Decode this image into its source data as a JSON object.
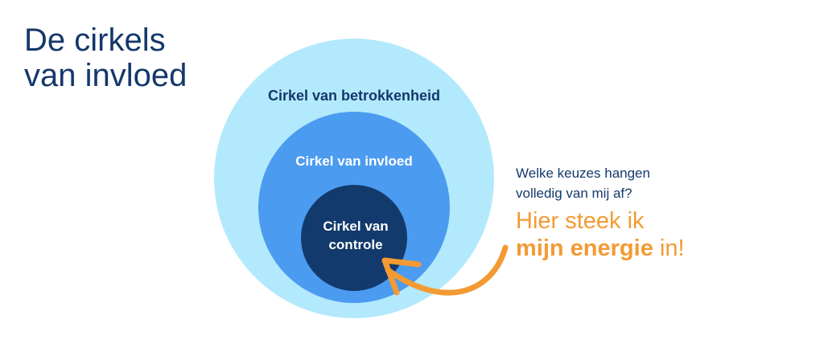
{
  "title": {
    "line1": "De cirkels",
    "line2": "van invloed"
  },
  "circles": {
    "outer_label": "Cirkel van betrokkenheid",
    "middle_label": "Cirkel van invloed",
    "inner_label_line1": "Cirkel van",
    "inner_label_line2": "controle"
  },
  "question": {
    "line1": "Welke keuzes hangen",
    "line2": "volledig van mij af?"
  },
  "callout": {
    "line1": "Hier steek ik",
    "line2_bold": "mijn energie",
    "line2_rest": " in!"
  },
  "colors": {
    "title": "#14386b",
    "outer_circle": "#b3e9fc",
    "middle_circle": "#4b9bf0",
    "inner_circle": "#123a6c",
    "outer_text": "#14386b",
    "circle_text_light": "#ffffff",
    "accent_orange": "#f39a33"
  },
  "icons": {
    "arrow": "curved-arrow-icon"
  }
}
